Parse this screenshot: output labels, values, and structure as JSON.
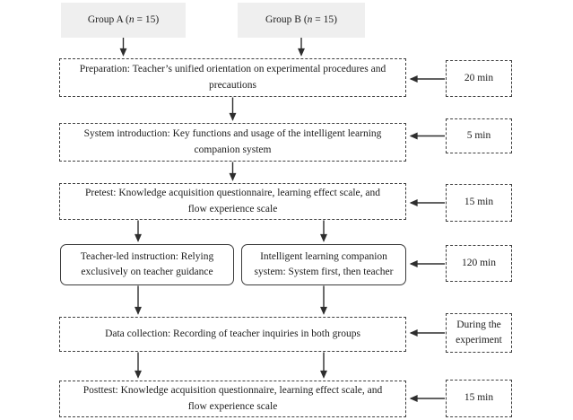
{
  "groups": {
    "a": {
      "pre": "Group A (",
      "var": "n",
      "post": " = 15)"
    },
    "b": {
      "pre": "Group B (",
      "var": "n",
      "post": " = 15)"
    }
  },
  "steps": {
    "preparation": {
      "lines": [
        "Preparation: Teacher’s unified orientation on experimental procedures and",
        "precautions"
      ],
      "time": "20 min"
    },
    "system_introduction": {
      "lines": [
        "System introduction: Key functions and usage of the intelligent learning",
        "companion system"
      ],
      "time": "5 min"
    },
    "pretest": {
      "lines": [
        "Pretest: Knowledge acquisition questionnaire, learning effect scale, and",
        "flow experience scale"
      ],
      "time": "15 min"
    },
    "teacher_led": {
      "lines": [
        "Teacher-led instruction: Relying",
        "exclusively on teacher guidance"
      ]
    },
    "intelligent_companion": {
      "lines": [
        "Intelligent learning companion",
        "system: System first, then teacher"
      ],
      "time": "120 min"
    },
    "data_collection": {
      "lines": [
        "Data collection: Recording of teacher inquiries in both groups"
      ],
      "time_lines": [
        "During the",
        "experiment"
      ]
    },
    "posttest": {
      "lines": [
        "Posttest: Knowledge acquisition questionnaire, learning effect scale, and",
        "flow experience scale"
      ],
      "time": "15 min"
    }
  },
  "colors": {
    "arrow": "#2e2e2e",
    "border": "#3f3f3f",
    "group_fill": "#efefef",
    "text": "#1c1c1c"
  }
}
